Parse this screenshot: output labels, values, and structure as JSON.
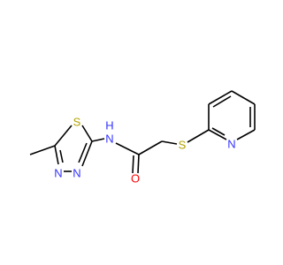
{
  "colors": {
    "carbon_bond": "#000000",
    "nitrogen": "#3333ff",
    "sulfur": "#b2a100",
    "oxygen": "#ff0000",
    "background": "#ffffff"
  },
  "molecule": {
    "atoms": {
      "n_thiadiazole_3": "N",
      "n_thiadiazole_4": "N",
      "s_thiadiazole": "S",
      "nh_amide_n": "N",
      "nh_amide_h": "H",
      "o_carbonyl": "O",
      "s_thioether": "S",
      "n_pyridine": "N"
    }
  }
}
